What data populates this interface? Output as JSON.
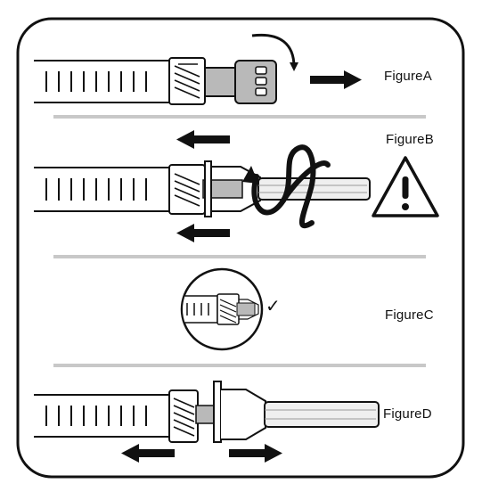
{
  "figures": {
    "a": {
      "label": "FigureA"
    },
    "b": {
      "label": "FigureB"
    },
    "c": {
      "label": "FigureC"
    },
    "d": {
      "label": "FigureD"
    }
  },
  "icons": {
    "warning": "warning-triangle-icon",
    "check": "checkmark-icon",
    "check_glyph": "✓"
  },
  "colors": {
    "ink": "#111111",
    "divider": "#c8c8c8",
    "barrel": "#ffffff",
    "hub_gray": "#b9b9b9",
    "shaft": "#efefef"
  }
}
